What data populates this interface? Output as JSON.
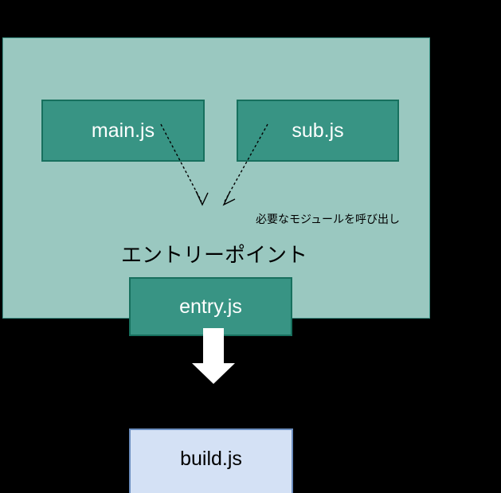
{
  "diagram": {
    "background_color": "#000000",
    "panel": {
      "name": "module-panel",
      "fill": "#9AC8C0",
      "border": "#3E9488"
    },
    "module_boxes": [
      {
        "id": "main-js",
        "label": "main.js",
        "fill": "#389484",
        "border": "#17705E",
        "text_color": "#FFFFFF"
      },
      {
        "id": "sub-js",
        "label": "sub.js",
        "fill": "#389484",
        "border": "#17705E",
        "text_color": "#FFFFFF"
      },
      {
        "id": "entry-js",
        "label": "entry.js",
        "fill": "#389484",
        "border": "#17705E",
        "text_color": "#FFFFFF"
      }
    ],
    "output_box": {
      "id": "build-js",
      "label": "build.js",
      "fill": "#D4E1F5",
      "border": "#6C8EBF",
      "text_color": "#000000"
    },
    "annotations": {
      "entry_point": "エントリーポイント",
      "call_modules": "必要なモジュールを呼び出し"
    },
    "connectors": {
      "from_main_to_entry": {
        "style": "dashed",
        "color": "#000000",
        "arrowhead": "open-v"
      },
      "from_sub_to_entry": {
        "style": "dashed",
        "color": "#000000",
        "arrowhead": "open-v"
      },
      "build_flow": {
        "style": "solid-block",
        "color": "#FFFFFF",
        "direction": "down"
      }
    }
  }
}
